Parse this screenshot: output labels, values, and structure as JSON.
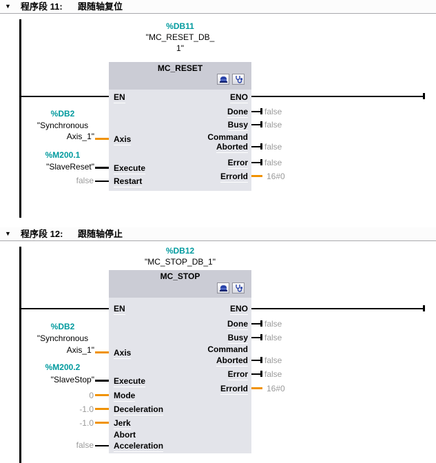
{
  "colors": {
    "operand_teal": "#009a9e",
    "wire_orange": "#f09200",
    "value_gray": "#9b9b9b",
    "block_header_bg": "#cbccd5",
    "block_body_bg": "#e3e4ea"
  },
  "icons": {
    "collapse": "down-triangle",
    "configuration": "blue-toolbox",
    "diagnostics": "stethoscope"
  },
  "net1": {
    "marker": "▼",
    "label": "程序段 11:",
    "title": "跟随轴复位",
    "db_address": "%DB11",
    "db_name1": "\"MC_RESET_DB_",
    "db_name2": "1\"",
    "block_title": "MC_RESET",
    "pins": {
      "en": "EN",
      "eno": "ENO",
      "axis": "Axis",
      "execute": "Execute",
      "restart": "Restart",
      "done": "Done",
      "busy": "Busy",
      "command": "Command",
      "aborted": "Aborted",
      "error": "Error",
      "errorid": "ErrorId"
    },
    "operands": {
      "axis_address": "%DB2",
      "axis_name1": "\"Synchronous",
      "axis_name2": "Axis_1\"",
      "execute_address": "%M200.1",
      "execute_name": "\"SlaveReset\"",
      "restart_value": "false"
    },
    "outputs": {
      "done": "false",
      "busy": "false",
      "command_aborted": "false",
      "error": "false",
      "errorid": "16#0"
    }
  },
  "net2": {
    "marker": "▼",
    "label": "程序段 12:",
    "title": "跟随轴停止",
    "db_address": "%DB12",
    "db_name": "\"MC_STOP_DB_1\"",
    "block_title": "MC_STOP",
    "pins": {
      "en": "EN",
      "eno": "ENO",
      "axis": "Axis",
      "execute": "Execute",
      "mode": "Mode",
      "deceleration": "Deceleration",
      "jerk": "Jerk",
      "abort": "Abort",
      "acceleration": "Acceleration",
      "done": "Done",
      "busy": "Busy",
      "command": "Command",
      "aborted": "Aborted",
      "error": "Error",
      "errorid": "ErrorId"
    },
    "operands": {
      "axis_address": "%DB2",
      "axis_name1": "\"Synchronous",
      "axis_name2": "Axis_1\"",
      "execute_address": "%M200.2",
      "execute_name": "\"SlaveStop\"",
      "mode_value": "0",
      "deceleration_value": "-1.0",
      "jerk_value": "-1.0",
      "abort_value": "false"
    },
    "outputs": {
      "done": "false",
      "busy": "false",
      "command_aborted": "false",
      "error": "false",
      "errorid": "16#0"
    }
  }
}
